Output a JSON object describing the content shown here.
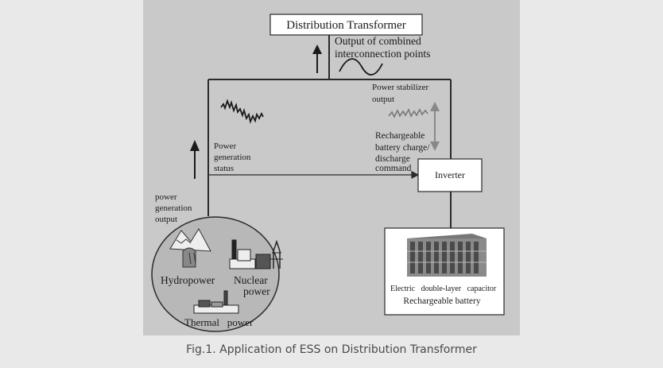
{
  "diagram": {
    "distribution_transformer": "Distribution Transformer",
    "output_combined": [
      "Output of combined",
      "interconnection  points"
    ],
    "power_stabilizer": [
      "Power stabilizer",
      "output"
    ],
    "power_generation_status": [
      "Power",
      "generation",
      "status"
    ],
    "rechargeable_command": [
      "Rechargeable",
      "battery charge/",
      "discharge",
      "command"
    ],
    "inverter": "Inverter",
    "power_generation_output": [
      "power",
      "generation",
      "output"
    ],
    "sources": {
      "hydropower": "Hydropower",
      "nuclear_power": [
        "Nuclear",
        "power"
      ],
      "thermal_power": "Thermal   power"
    },
    "storage": {
      "edlc": "Electric   double-layer   capacitor",
      "battery": "Rechargeable battery"
    }
  },
  "caption": "Fig.1. Application of ESS on Distribution Transformer",
  "colors": {
    "panel": "#c8c8c8",
    "line": "#2a2a2a",
    "ellipse_fill": "#b9b9b9",
    "caption_text": "#4a4a4a"
  }
}
